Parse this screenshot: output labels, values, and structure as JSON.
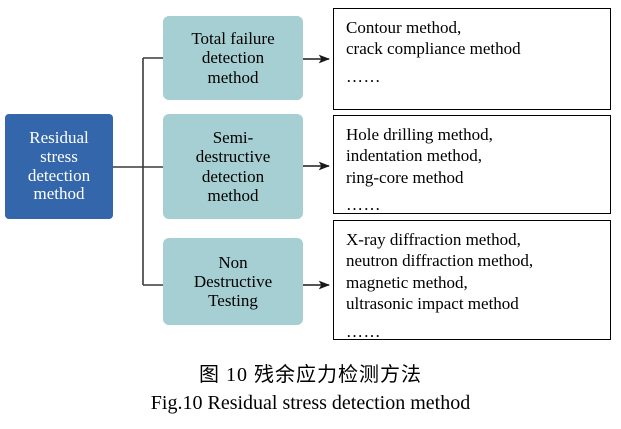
{
  "figure": {
    "root": {
      "label": "Residual\nstress\ndetection\nmethod",
      "color": "#3366aa",
      "text_color": "#ffffff"
    },
    "categories": [
      {
        "label": "Total failure\ndetection\nmethod",
        "color": "#a5cfd2"
      },
      {
        "label": "Semi-\ndestructive\ndetection\nmethod",
        "color": "#a5cfd2"
      },
      {
        "label": "Non\nDestructive\nTesting",
        "color": "#a5cfd2"
      }
    ],
    "details": [
      {
        "lines": [
          "Contour method,",
          "crack compliance method"
        ],
        "ellipsis": "……"
      },
      {
        "lines": [
          "Hole drilling method,",
          "indentation method,",
          "ring-core method"
        ],
        "ellipsis": "……"
      },
      {
        "lines": [
          "X-ray diffraction method,",
          "neutron diffraction method,",
          "magnetic method,",
          "ultrasonic impact method"
        ],
        "ellipsis": "……"
      }
    ]
  },
  "caption": {
    "chinese": "图 10  残余应力检测方法",
    "english": "Fig.10 Residual stress detection method"
  }
}
